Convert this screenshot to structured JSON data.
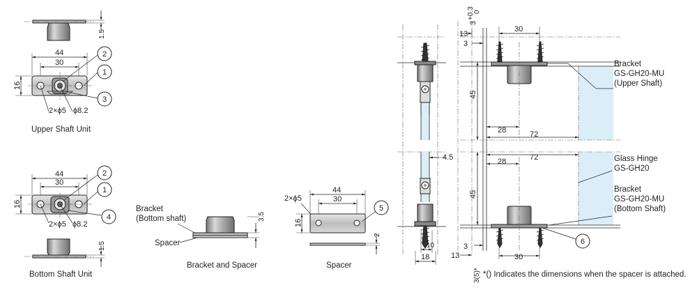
{
  "colors": {
    "line": "#222222",
    "part_fill": "#cfcfcf",
    "part_dark": "#8c8c8c",
    "glass": "#dbeef8"
  },
  "units": {
    "upper_shaft": {
      "caption": "Upper Shaft Unit",
      "dim_44": "44",
      "dim_30": "30",
      "dim_16": "16",
      "dim_15": "1.5",
      "holes": "2×ϕ5",
      "bore": "ϕ8.2",
      "balloons": [
        "2",
        "1",
        "3"
      ]
    },
    "bottom_shaft": {
      "caption": "Bottom Shaft Unit",
      "dim_44": "44",
      "dim_30": "30",
      "dim_16": "16",
      "dim_15": "1.5",
      "holes": "2×ϕ5",
      "bore": "ϕ8.2",
      "balloons": [
        "2",
        "1",
        "4"
      ]
    }
  },
  "bracket_spacer": {
    "caption": "Bracket and Spacer",
    "label_bracket_1": "Bracket",
    "label_bracket_2": "(Bottom shaft)",
    "label_spacer": "Spacer",
    "dim_35": "3.5"
  },
  "spacer": {
    "caption": "Spacer",
    "dim_44": "44",
    "dim_30": "30",
    "dim_16": "16",
    "holes": "2×ϕ5",
    "dim_2": "2",
    "balloon": "5"
  },
  "assembly": {
    "side": {
      "dim_45": "4.5",
      "dim_10": "10",
      "dim_18": "18"
    },
    "top": {
      "dim_13": "13",
      "dim_30": "30",
      "dim_3": "3",
      "dim_3_0_3": "3",
      "dim_3_sup": "+0.3",
      "dim_3_sub": "0",
      "dim_45": "45",
      "dim_28": "28",
      "dim_72": "72"
    },
    "bottom": {
      "dim_72": "72",
      "dim_28": "28",
      "dim_45": "45",
      "dim_3": "3",
      "dim_13": "13",
      "dim_30": "30",
      "dim_3_5": "3(5)*",
      "balloon": "6"
    },
    "labels": {
      "upper_bracket": [
        "Bracket",
        "GS-GH20-MU",
        "(Upper Shaft)"
      ],
      "hinge": [
        "Glass Hinge",
        "GS-GH20"
      ],
      "bottom_bracket": [
        "Bracket",
        "GS-GH20-MU",
        "(Bottom Shaft)"
      ]
    },
    "footnote": "*() Indicates the dimensions when the spacer is attached."
  }
}
